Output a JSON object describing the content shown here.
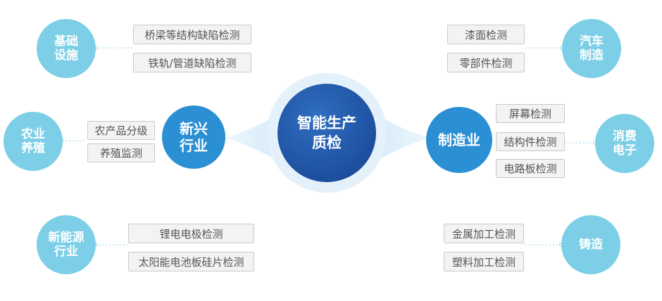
{
  "center": {
    "label": "智能生产\n质检"
  },
  "hubs": {
    "left": {
      "label": "新兴\n行业"
    },
    "right": {
      "label": "制造业"
    }
  },
  "groups": {
    "infrastructure": {
      "label": "基础\n设施",
      "items": [
        "桥梁等结构缺陷检测",
        "铁轨/管道缺陷检测"
      ]
    },
    "agriculture": {
      "label": "农业\n养殖",
      "items": [
        "农产品分级",
        "养殖监测"
      ]
    },
    "new_energy": {
      "label": "新能源\n行业",
      "items": [
        "锂电电极检测",
        "太阳能电池板硅片检测"
      ]
    },
    "automotive": {
      "label": "汽车\n制造",
      "items": [
        "漆面检测",
        "零部件检测"
      ]
    },
    "electronics": {
      "label": "消费\n电子",
      "items": [
        "屏幕检测",
        "结构件检测",
        "电路板检测"
      ]
    },
    "casting": {
      "label": "铸造",
      "items": [
        "金属加工检测",
        "塑料加工检测"
      ]
    }
  },
  "colors": {
    "category": "#7ccfe6",
    "hub": "#2b8fd3",
    "center": "#1e4f9f",
    "halo": "#e4f1fb",
    "tag_bg": "#f3f3f3",
    "tag_border": "#c9c9c9"
  }
}
